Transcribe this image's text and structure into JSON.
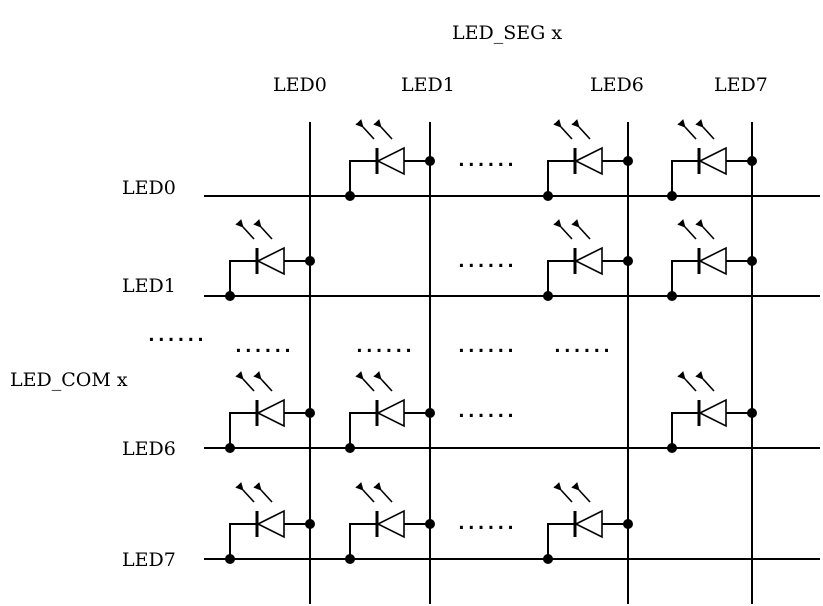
{
  "labels": {
    "seg_title": "LED_SEG x",
    "com_title": "LED_COM x",
    "seg_cols": [
      "LED0",
      "LED1",
      "LED6",
      "LED7"
    ],
    "com_rows": [
      "LED0",
      "LED1",
      "LED6",
      "LED7"
    ],
    "ellipsis": "......"
  },
  "matrix": {
    "led_positions": [
      {
        "row": 0,
        "col": 1
      },
      {
        "row": 0,
        "col": 2
      },
      {
        "row": 0,
        "col": 3
      },
      {
        "row": 1,
        "col": 0
      },
      {
        "row": 1,
        "col": 2
      },
      {
        "row": 1,
        "col": 3
      },
      {
        "row": 2,
        "col": 0
      },
      {
        "row": 2,
        "col": 1
      },
      {
        "row": 2,
        "col": 3
      },
      {
        "row": 3,
        "col": 0
      },
      {
        "row": 3,
        "col": 1
      },
      {
        "row": 3,
        "col": 2
      }
    ]
  }
}
